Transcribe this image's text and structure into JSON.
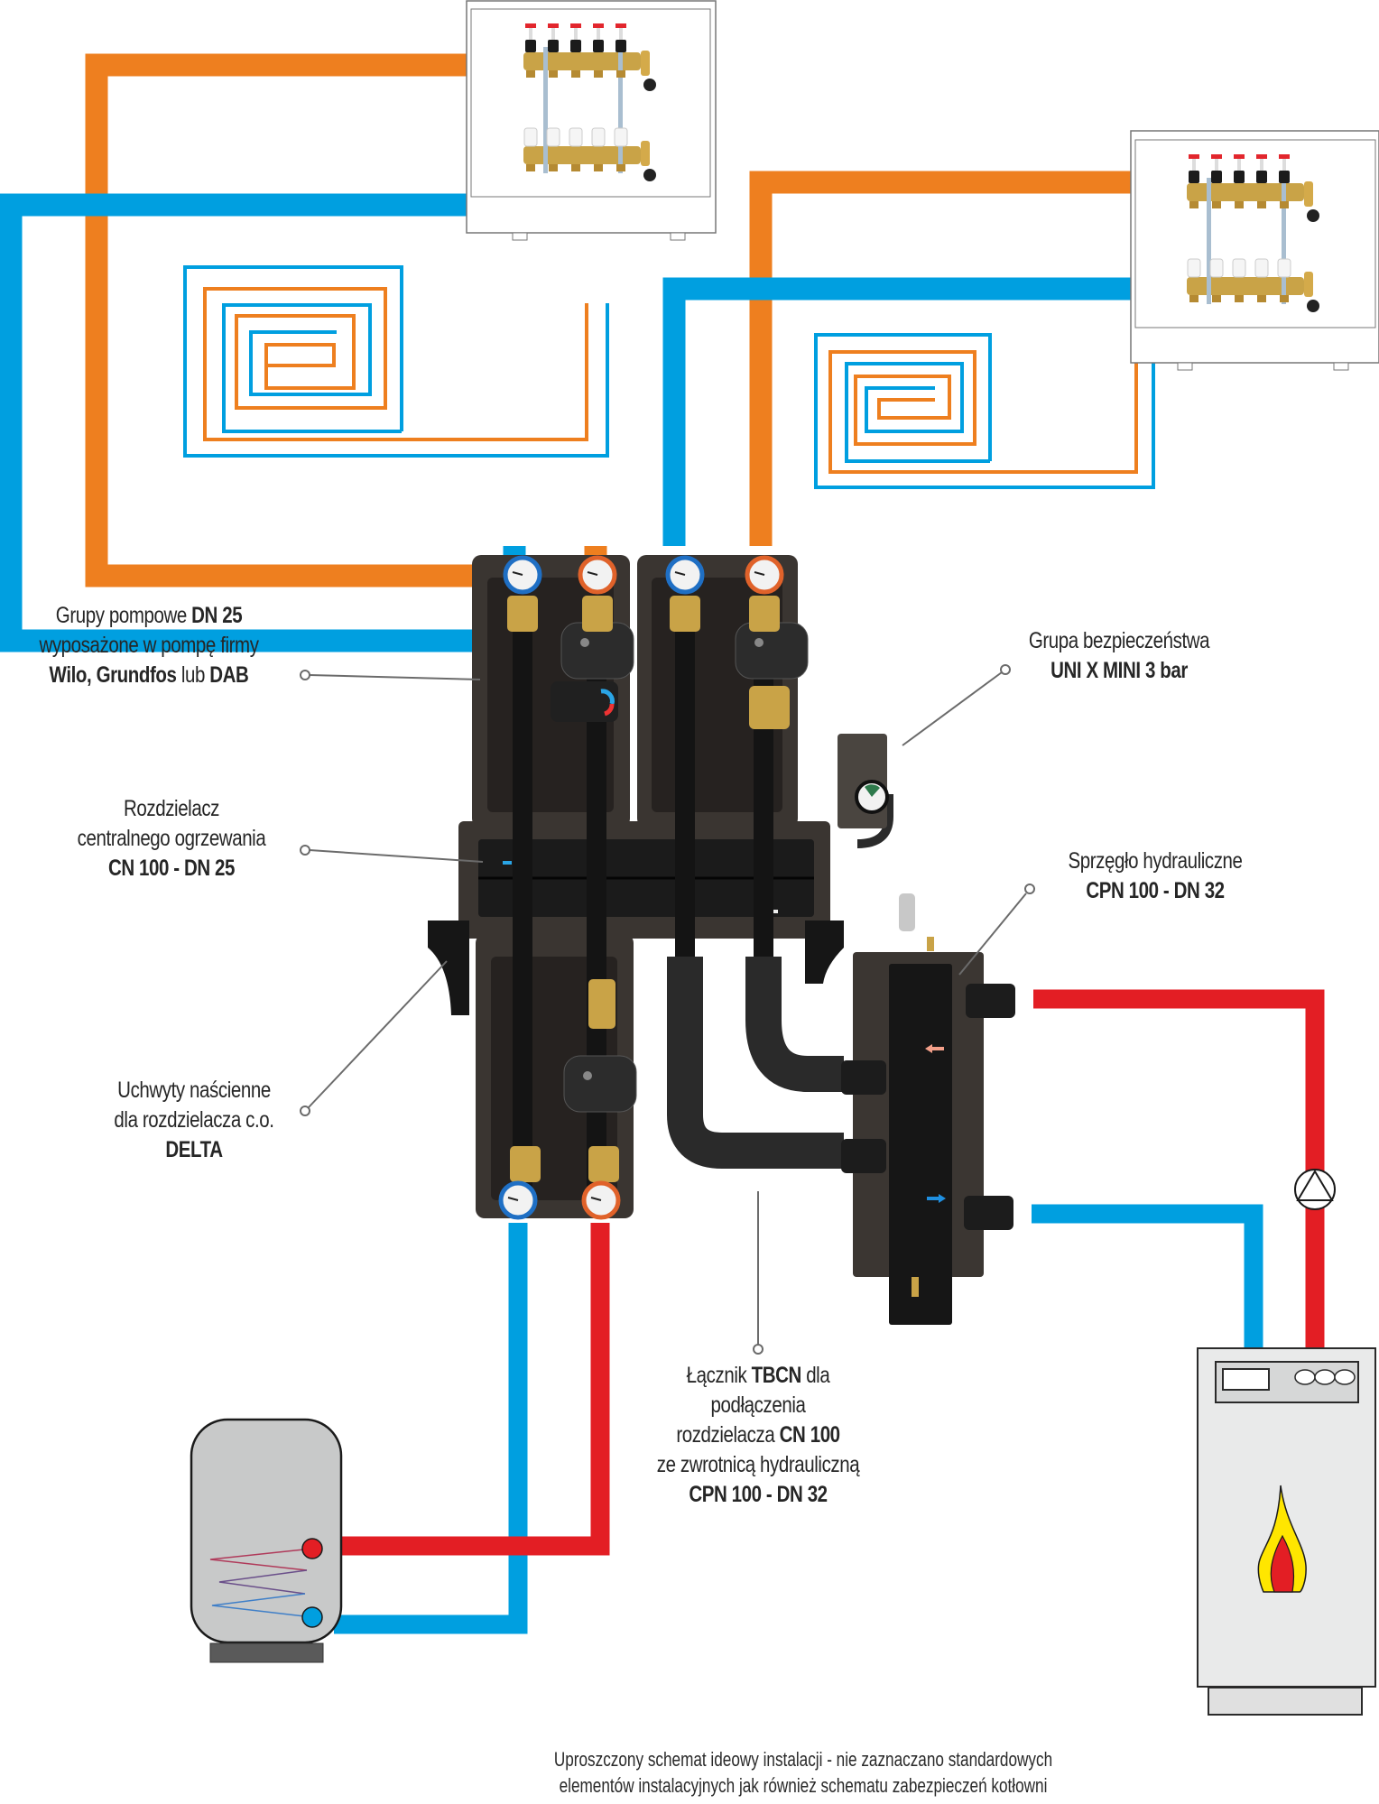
{
  "colors": {
    "supply_floor": "#ee7f1f",
    "return_floor": "#009fe0",
    "supply_boiler": "#e31e24",
    "return_boiler": "#009fe0",
    "equipment_dark": "#1d1d1d",
    "insulation": "#3a3531"
  },
  "labels": {
    "pump_groups": {
      "line1_normal": "Grupy pompowe ",
      "line1_bold": "DN 25",
      "line2": "wyposażone w pompę firmy",
      "line3_bold_a": "Wilo, Grundfos",
      "line3_normal": " lub ",
      "line3_bold_b": "DAB"
    },
    "distributor": {
      "line1": "Rozdzielacz",
      "line2": "centralnego ogrzewania",
      "line3_bold": "CN 100 - DN 25"
    },
    "wall_brackets": {
      "line1": "Uchwyty naścienne",
      "line2": "dla rozdzielacza c.o.",
      "line3_bold": "DELTA"
    },
    "safety_group": {
      "line1": "Grupa bezpieczeństwa",
      "line2_bold": "UNI X MINI 3 bar"
    },
    "hydraulic_coupler": {
      "line1": "Sprzęgło hydrauliczne",
      "line2_bold": "CPN 100 - DN 32"
    },
    "connector": {
      "line1_a": "Łącznik ",
      "line1_bold": "TBCN",
      "line1_b": " dla podłączenia",
      "line2_a": "rozdzielacza ",
      "line2_bold": "CN 100",
      "line3": "ze zwrotnicą hydrauliczną",
      "line4_bold": "CPN 100 - DN 32"
    }
  },
  "footnote": {
    "line1": "Uproszczony schemat ideowy instalacji - nie zaznaczano standardowych",
    "line2": "elementów instalacyjnych jak również schematu zabezpieczeń kotłowni"
  },
  "components": [
    {
      "name": "floor-heating-manifold-1",
      "icon": "manifold-icon",
      "outlets": 5
    },
    {
      "name": "floor-heating-manifold-2",
      "icon": "manifold-icon",
      "outlets": 5
    },
    {
      "name": "floor-heating-loop-1",
      "icon": "spiral-coil-icon"
    },
    {
      "name": "floor-heating-loop-2",
      "icon": "spiral-coil-icon"
    },
    {
      "name": "pump-group-block",
      "icon": "pump-group-icon",
      "pump_groups": 3
    },
    {
      "name": "safety-group",
      "icon": "pressure-gauge-icon"
    },
    {
      "name": "hydraulic-coupler",
      "icon": "hydraulic-separator-icon"
    },
    {
      "name": "boiler",
      "icon": "flame-icon"
    },
    {
      "name": "hot-water-tank",
      "icon": "water-heater-icon"
    },
    {
      "name": "circulation-pump",
      "icon": "pump-symbol-icon"
    }
  ]
}
